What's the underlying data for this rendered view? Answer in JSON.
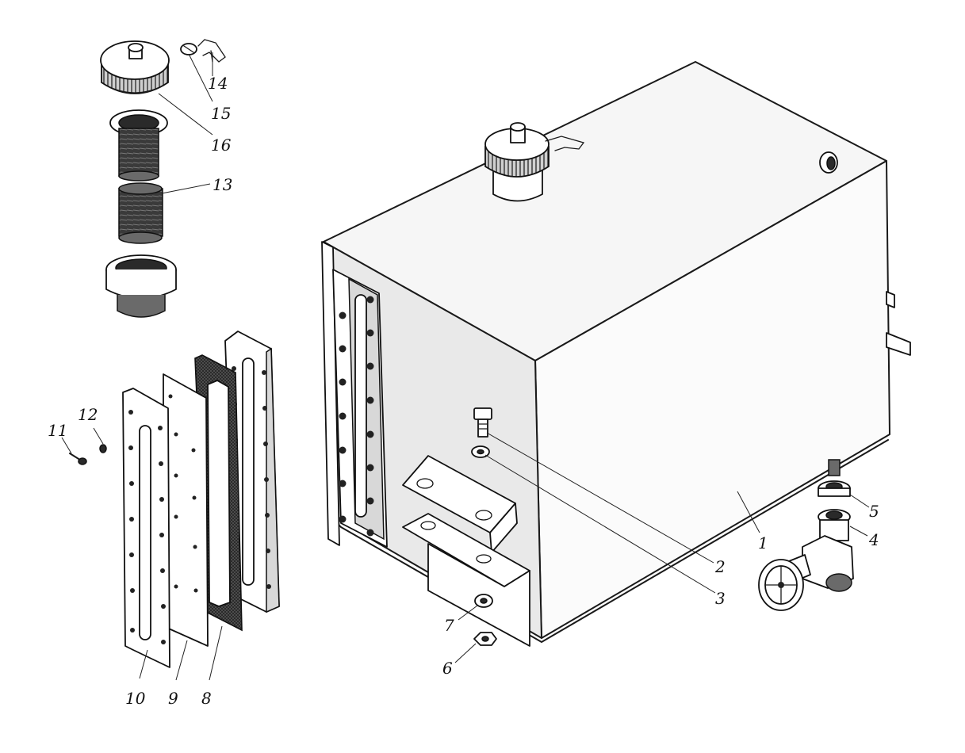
{
  "diagram": {
    "callouts": [
      {
        "id": "1",
        "label": "1"
      },
      {
        "id": "2",
        "label": "2"
      },
      {
        "id": "3",
        "label": "3"
      },
      {
        "id": "4",
        "label": "4"
      },
      {
        "id": "5",
        "label": "5"
      },
      {
        "id": "6",
        "label": "6"
      },
      {
        "id": "7",
        "label": "7"
      },
      {
        "id": "8",
        "label": "8"
      },
      {
        "id": "9",
        "label": "9"
      },
      {
        "id": "10",
        "label": "10"
      },
      {
        "id": "11",
        "label": "11"
      },
      {
        "id": "12",
        "label": "12"
      },
      {
        "id": "13",
        "label": "13"
      },
      {
        "id": "14",
        "label": "14"
      },
      {
        "id": "15",
        "label": "15"
      },
      {
        "id": "16",
        "label": "16"
      }
    ]
  }
}
